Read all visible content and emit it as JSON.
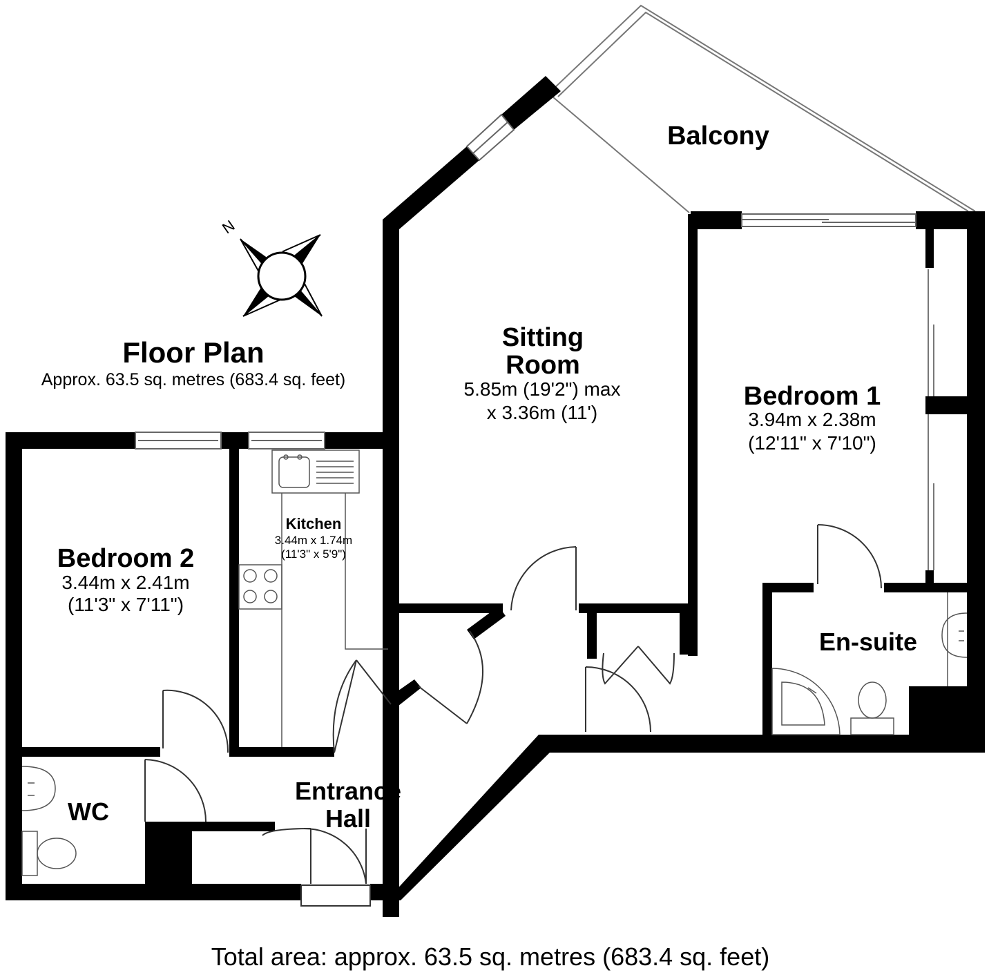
{
  "header": {
    "title": "Floor Plan",
    "subtitle": "Approx. 63.5 sq. metres (683.4 sq. feet)"
  },
  "compass": {
    "label": "N"
  },
  "rooms": {
    "balcony": {
      "name": "Balcony"
    },
    "sitting_room": {
      "name_line1": "Sitting",
      "name_line2": "Room",
      "dim_line1": "5.85m (19'2\") max",
      "dim_line2": "x 3.36m (11')"
    },
    "bedroom1": {
      "name": "Bedroom 1",
      "dim_line1": "3.94m x 2.38m",
      "dim_line2": "(12'11\" x 7'10\")"
    },
    "bedroom2": {
      "name": "Bedroom 2",
      "dim_line1": "3.44m x 2.41m",
      "dim_line2": "(11'3\" x 7'11\")"
    },
    "kitchen": {
      "name": "Kitchen",
      "dim_line1": "3.44m x 1.74m",
      "dim_line2": "(11'3\" x 5'9\")"
    },
    "ensuite": {
      "name": "En-suite"
    },
    "wc": {
      "name": "WC"
    },
    "entrance_hall": {
      "name_line1": "Entrance",
      "name_line2": "Hall"
    }
  },
  "footer": {
    "total_area": "Total area: approx. 63.5 sq. metres (683.4 sq. feet)"
  },
  "colors": {
    "wall": "#000000",
    "background": "#ffffff",
    "fixture_line": "#555555"
  }
}
